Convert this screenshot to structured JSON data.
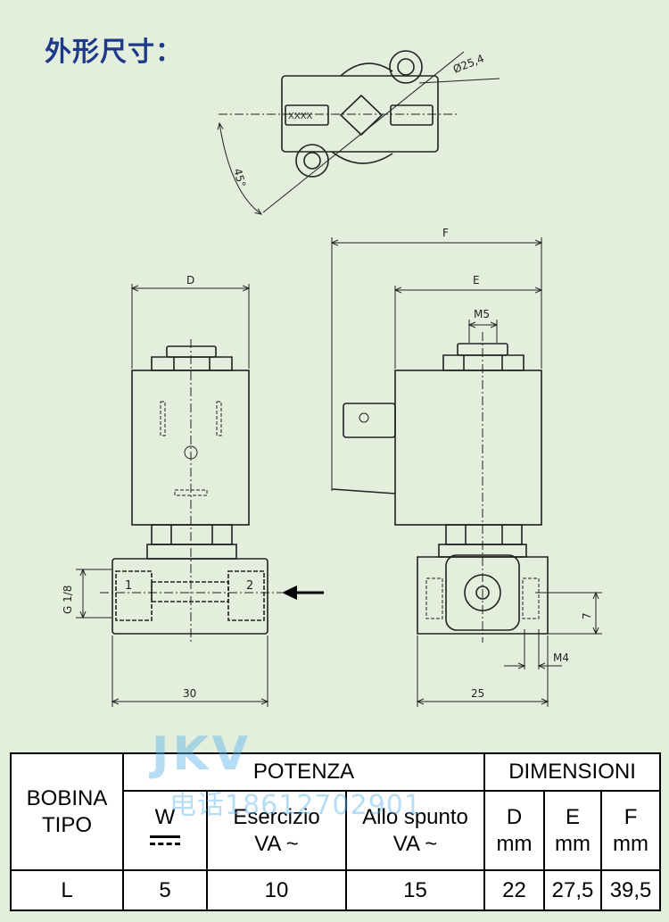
{
  "title": "外形尺寸：",
  "drawing": {
    "dim_diameter": "Ø25,4",
    "dim_angle": "45°",
    "label_xxxx": "XXXX",
    "dim_F": "F",
    "dim_E": "E",
    "dim_D": "D",
    "dim_M5": "M5",
    "dim_G": "G 1/8",
    "port_1": "1",
    "port_2": "2",
    "dim_7": "7",
    "dim_M4": "M4",
    "dim_30": "30",
    "dim_25": "25"
  },
  "table": {
    "col_bobina": "BOBINA",
    "col_tipo": "TIPO",
    "col_potenza": "POTENZA",
    "col_dimensioni": "DIMENSIONI",
    "sub_w": "W",
    "sub_esercizio": "Esercizio",
    "sub_esercizio_unit": "VA ~",
    "sub_spunto": "Allo spunto",
    "sub_spunto_unit": "VA ~",
    "sub_d": "D",
    "sub_e": "E",
    "sub_f": "F",
    "unit_mm": "mm",
    "row": {
      "tipo": "L",
      "w": "5",
      "esercizio": "10",
      "spunto": "15",
      "d": "22",
      "e": "27,5",
      "f": "39,5"
    }
  },
  "watermark": {
    "brand": "JKV",
    "phone": "电话18612702901"
  }
}
